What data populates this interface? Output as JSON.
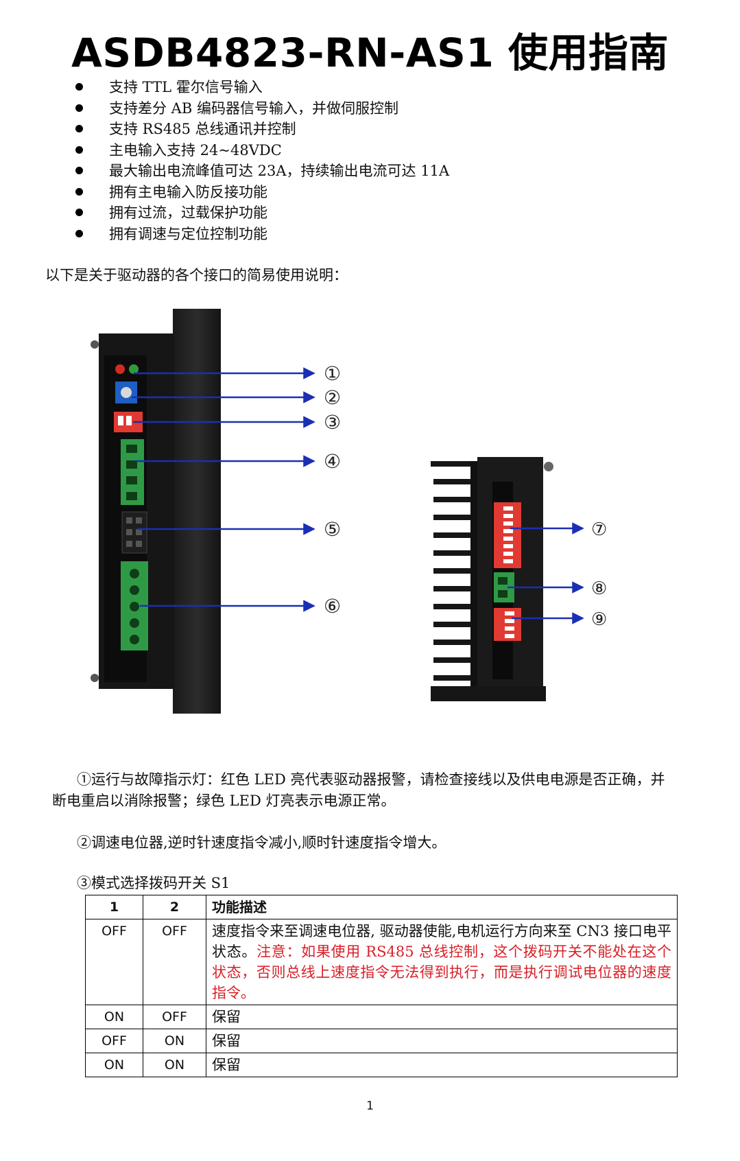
{
  "title": "ASDB4823-RN-AS1 使用指南",
  "bullets": [
    "支持 TTL 霍尔信号输入",
    "支持差分 AB 编码器信号输入，并做伺服控制",
    "支持 RS485 总线通讯并控制",
    "主电输入支持 24~48VDC",
    "最大输出电流峰值可达 23A，持续输出电流可达 11A",
    "拥有主电输入防反接功能",
    "拥有过流，过载保护功能",
    "拥有调速与定位控制功能"
  ],
  "intro": "以下是关于驱动器的各个接口的简易使用说明：",
  "callouts": [
    "①",
    "②",
    "③",
    "④",
    "⑤",
    "⑥",
    "⑦",
    "⑧",
    "⑨"
  ],
  "paragraphs": {
    "p1": "①运行与故障指示灯：红色 LED 亮代表驱动器报警，请检查接线以及供电电源是否正确，并断电重启以消除报警；绿色 LED 灯亮表示电源正常。",
    "p2": "②调速电位器,逆时针速度指令减小,顺时针速度指令增大。",
    "p3": "③模式选择拨码开关 S1"
  },
  "table": {
    "headers": [
      "1",
      "2",
      "功能描述"
    ],
    "row1": {
      "c1": "OFF",
      "c2": "OFF",
      "desc": "速度指令来至调速电位器, 驱动器使能,电机运行方向来至 CN3 接口电平状态。",
      "warn": "注意：如果使用 RS485 总线控制，这个拨码开关不能处在这个状态，否则总线上速度指令无法得到执行，而是执行调试电位器的速度指令。"
    },
    "row2": {
      "c1": "ON",
      "c2": "OFF",
      "desc": "保留"
    },
    "row3": {
      "c1": "OFF",
      "c2": "ON",
      "desc": "保留"
    },
    "row4": {
      "c1": "ON",
      "c2": "ON",
      "desc": "保留"
    }
  },
  "page_number": "1",
  "colors": {
    "arrow": "#1b2fb5",
    "warning": "#d81f26",
    "terminal": "#2f9a45",
    "dip": "#e03a32",
    "pot": "#1f5fc4"
  }
}
